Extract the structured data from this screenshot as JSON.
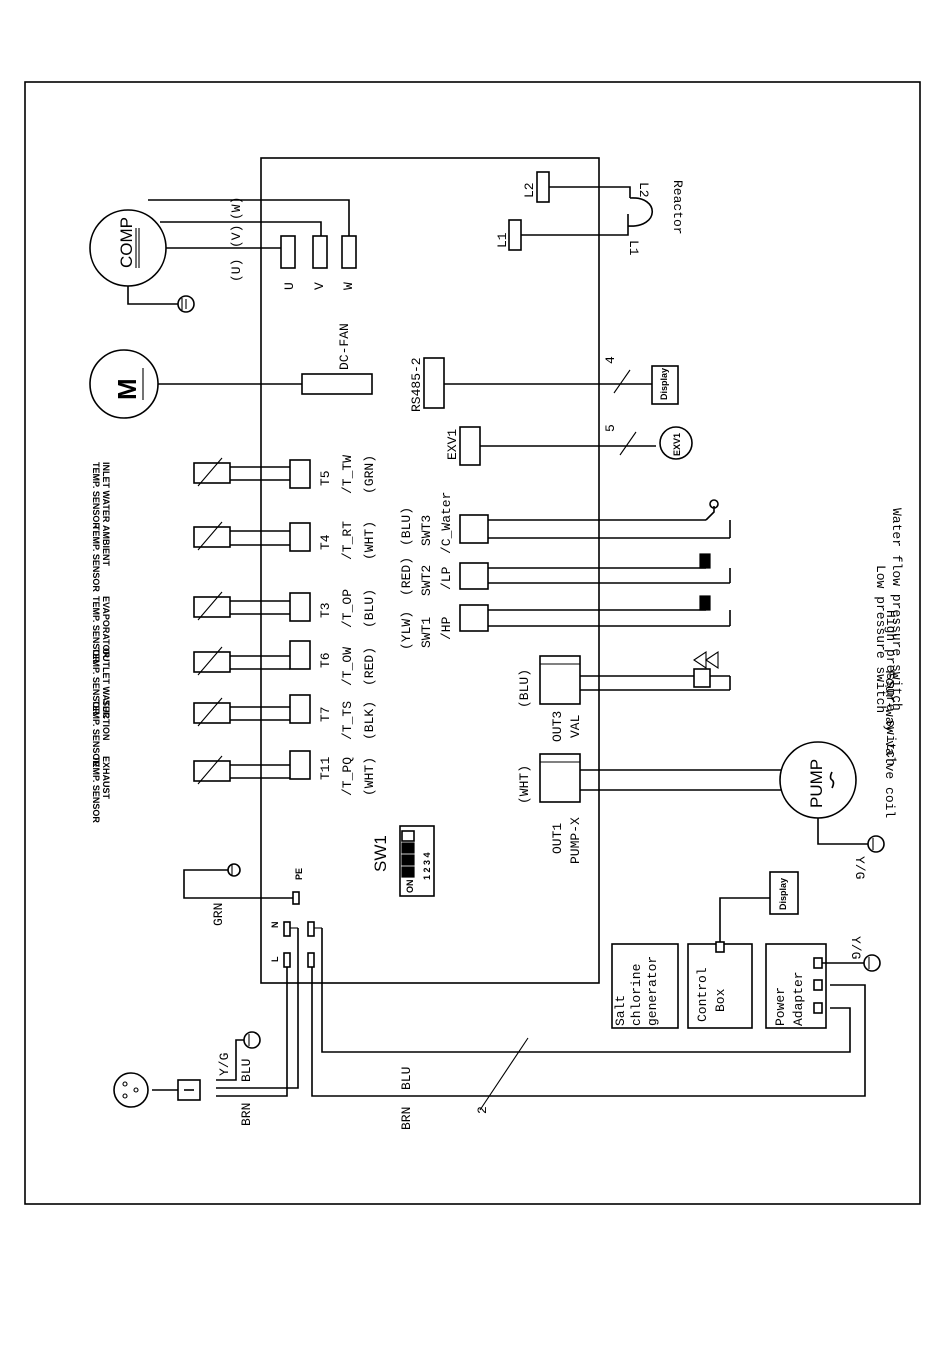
{
  "compressor": {
    "label": "COMP",
    "terminals": [
      "U",
      "V",
      "W"
    ],
    "phase_labels": [
      "(U)",
      "(V)",
      "(W)"
    ]
  },
  "fan": {
    "symbol": "M",
    "label": "DC-FAN"
  },
  "reactor": {
    "label": "Reactor",
    "pins": [
      "L1",
      "L2"
    ],
    "board_pins": [
      "L1",
      "L2"
    ]
  },
  "comm": {
    "rs485": "RS485-2",
    "display_wire": "4",
    "display": "Display"
  },
  "exv": {
    "label": "EXV1",
    "wire": "5",
    "symbol": "EXV1"
  },
  "sensors": [
    {
      "id": "T5",
      "code": "/T_TW",
      "color": "(GRN)",
      "name": "INLET WATER",
      "type": "TEMP. SENSOR"
    },
    {
      "id": "T4",
      "code": "/T_RT",
      "color": "(WHT)",
      "name": "AMBIENT",
      "type": "TEMP. SENSOR"
    },
    {
      "id": "T3",
      "code": "/T_OP",
      "color": "(BLU)",
      "name": "EVAPORATOR",
      "type": "TEMP. SENSOR"
    },
    {
      "id": "T6",
      "code": "/T_OW",
      "color": "(RED)",
      "name": "OUTLET WATER",
      "type": "TEMP. SENSOR"
    },
    {
      "id": "T7",
      "code": "/T_TS",
      "color": "(BLK)",
      "name": "SUCTION",
      "type": "TEMP. SENSOR"
    },
    {
      "id": "T11",
      "code": "/T_PQ",
      "color": "(WHT)",
      "name": "EXHAUST",
      "type": "TEMP. SENSOR"
    }
  ],
  "switches": [
    {
      "id": "SWT3",
      "code": "/C_Water",
      "color": "(BLU)",
      "desc": "Water flow pressure switch"
    },
    {
      "id": "SWT2",
      "code": "/LP",
      "color": "(RED)",
      "desc": "Low pressure switch"
    },
    {
      "id": "SWT1",
      "code": "/HP",
      "color": "(YLW)",
      "desc": "High pressure switch"
    }
  ],
  "outputs": [
    {
      "port": "OUT3",
      "name": "VAL",
      "color": "(BLU)",
      "desc": "Four-way valve coil"
    },
    {
      "port": "OUT1",
      "name": "PUMP-X",
      "color": "(WHT)",
      "desc": "PUMP"
    }
  ],
  "dip": {
    "label": "SW1",
    "on": "ON",
    "numbers": "1 2 3 4"
  },
  "power": {
    "pe": "PE",
    "n": "N",
    "l": "L",
    "grn": "GRN",
    "yg": "Y/G",
    "blu": "BLU",
    "brn": "BRN",
    "wire_count": "2"
  },
  "aux": {
    "salt": "Salt chlorine generator",
    "control": "Control Box",
    "adapter": "Power Adapter",
    "display": "Display",
    "yg": "Y/G"
  }
}
